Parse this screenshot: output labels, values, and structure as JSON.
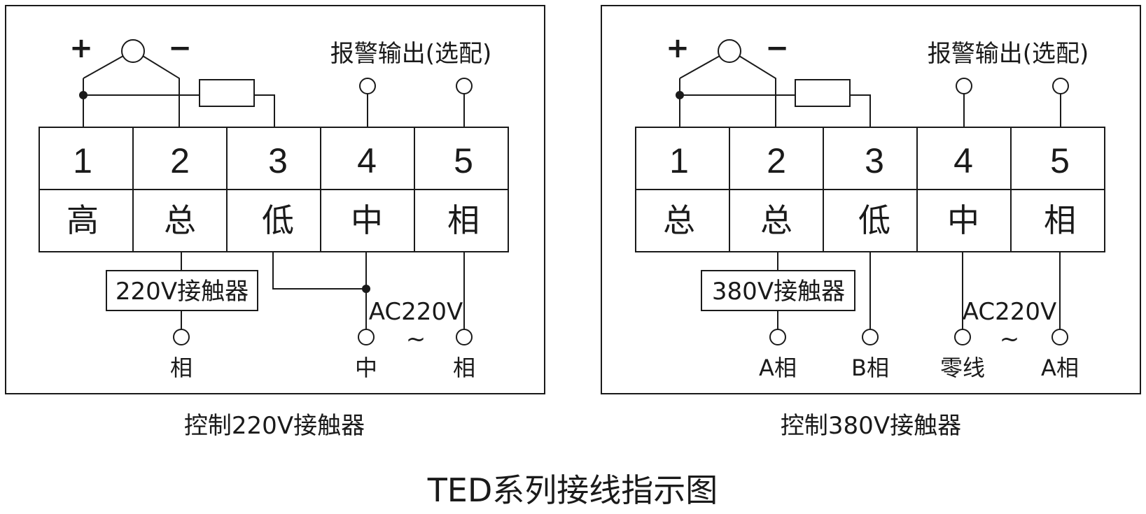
{
  "page_title": "TED系列接线指示图",
  "panels": [
    {
      "caption": "控制220V接触器",
      "plus_sign": "+",
      "minus_sign": "−",
      "alarm_label": "报警输出(选配)",
      "terminals": [
        {
          "number": "1",
          "name": "高"
        },
        {
          "number": "2",
          "name": "总"
        },
        {
          "number": "3",
          "name": "低"
        },
        {
          "number": "4",
          "name": "中"
        },
        {
          "number": "5",
          "name": "相"
        }
      ],
      "contactor_label": "220V接触器",
      "supply_label": "AC220V",
      "supply_symbol": "~",
      "bottom_labels": [
        "相",
        "中",
        "相"
      ]
    },
    {
      "caption": "控制380V接触器",
      "plus_sign": "+",
      "minus_sign": "−",
      "alarm_label": "报警输出(选配)",
      "terminals": [
        {
          "number": "1",
          "name": "总"
        },
        {
          "number": "2",
          "name": "总"
        },
        {
          "number": "3",
          "name": "低"
        },
        {
          "number": "4",
          "name": "中"
        },
        {
          "number": "5",
          "name": "相"
        }
      ],
      "contactor_label": "380V接触器",
      "supply_label": "AC220V",
      "supply_symbol": "~",
      "bottom_labels": [
        "A相",
        "B相",
        "零线",
        "A相"
      ]
    }
  ]
}
